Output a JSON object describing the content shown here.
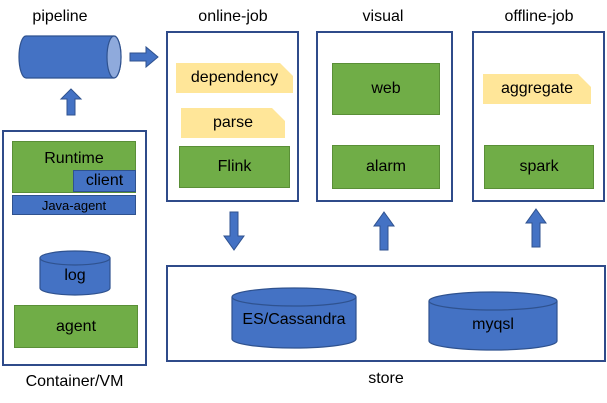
{
  "titles": {
    "pipeline": "pipeline",
    "online_job": "online-job",
    "visual": "visual",
    "offline_job": "offline-job",
    "container": "Container/VM",
    "store": "store"
  },
  "container": {
    "runtime": "Runtime",
    "client": "client",
    "java_agent": "Java-agent",
    "log": "log",
    "agent": "agent"
  },
  "online_job": {
    "dependency": "dependency",
    "parse": "parse",
    "flink": "Flink"
  },
  "visual": {
    "web": "web",
    "alarm": "alarm"
  },
  "offline_job": {
    "aggregate": "aggregate",
    "spark": "spark"
  },
  "store": {
    "es": "ES/Cassandra",
    "mysql": "myqsl"
  },
  "colors": {
    "green": "#70ad47",
    "blue": "#4472c4",
    "note": "#ffe699",
    "frame": "#2f4b8a"
  }
}
